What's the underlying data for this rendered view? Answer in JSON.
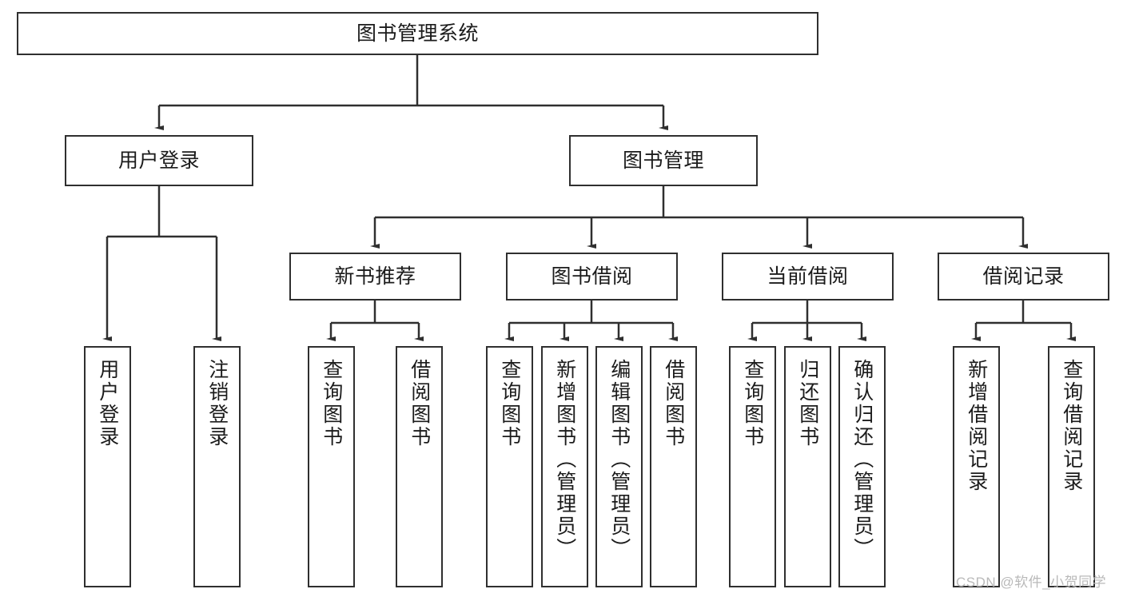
{
  "diagram": {
    "title": "图书管理系统",
    "watermark": "CSDN @软件_小贺同学",
    "root": {
      "label": "图书管理系统"
    },
    "level2": [
      {
        "label": "用户登录"
      },
      {
        "label": "图书管理"
      }
    ],
    "level3": [
      {
        "label": "新书推荐"
      },
      {
        "label": "图书借阅"
      },
      {
        "label": "当前借阅"
      },
      {
        "label": "借阅记录"
      }
    ],
    "leaves": [
      {
        "label": "用户登录"
      },
      {
        "label": "注销登录"
      },
      {
        "label": "查询图书"
      },
      {
        "label": "借阅图书"
      },
      {
        "label": "查询图书"
      },
      {
        "label": "新增图书（管理员）"
      },
      {
        "label": "编辑图书（管理员）"
      },
      {
        "label": "借阅图书"
      },
      {
        "label": "查询图书"
      },
      {
        "label": "归还图书"
      },
      {
        "label": "确认归还（管理员）"
      },
      {
        "label": "新增借阅记录"
      },
      {
        "label": "查询借阅记录"
      }
    ],
    "colors": {
      "stroke": "#2f2f2f",
      "fill": "#ffffff",
      "text": "#1b1b1b",
      "watermark": "#b9b9b9"
    }
  }
}
